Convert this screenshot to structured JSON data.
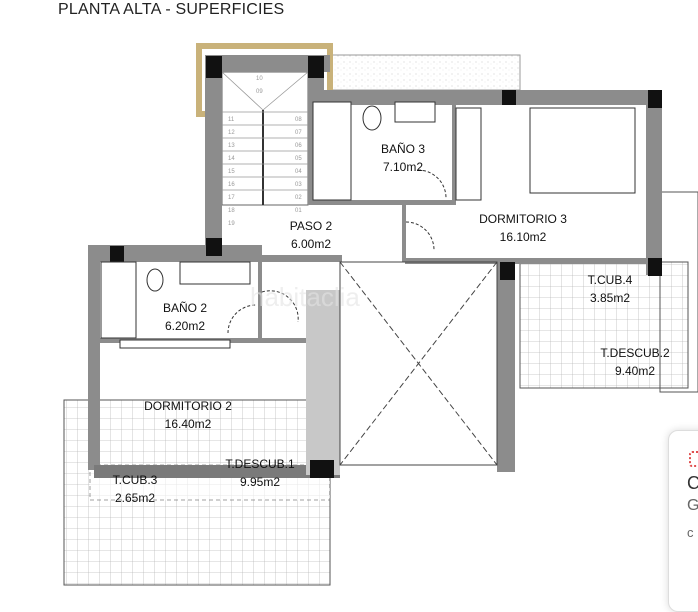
{
  "title": "PLANTA ALTA - SUPERFICIES",
  "watermark": "habitaclia",
  "colors": {
    "wall": "#8c8c8c",
    "pillar": "#111111",
    "stair_frame": "#c9b27a",
    "grid": "#bbbbbb"
  },
  "rooms": [
    {
      "name": "BAÑO 3",
      "area": "7.10m2"
    },
    {
      "name": "PASO 2",
      "area": "6.00m2"
    },
    {
      "name": "DORMITORIO 3",
      "area": "16.10m2"
    },
    {
      "name": "BAÑO 2",
      "area": "6.20m2"
    },
    {
      "name": "T.CUB.4",
      "area": "3.85m2"
    },
    {
      "name": "T.DESCUB.2",
      "area": "9.40m2"
    },
    {
      "name": "DORMITORIO 2",
      "area": "16.40m2"
    },
    {
      "name": "T.CUB.3",
      "area": "2.65m2"
    },
    {
      "name": "T.DESCUB.1",
      "area": "9.95m2"
    }
  ],
  "stair_steps_left": [
    "11",
    "12",
    "13",
    "14",
    "15",
    "16",
    "17",
    "18",
    "19"
  ],
  "stair_steps_right": [
    "08",
    "07",
    "06",
    "05",
    "04",
    "03",
    "02",
    "01"
  ],
  "stair_top": [
    "10",
    "09"
  ],
  "side_card": {
    "line1": "C",
    "line2": "G",
    "line3": "c"
  }
}
